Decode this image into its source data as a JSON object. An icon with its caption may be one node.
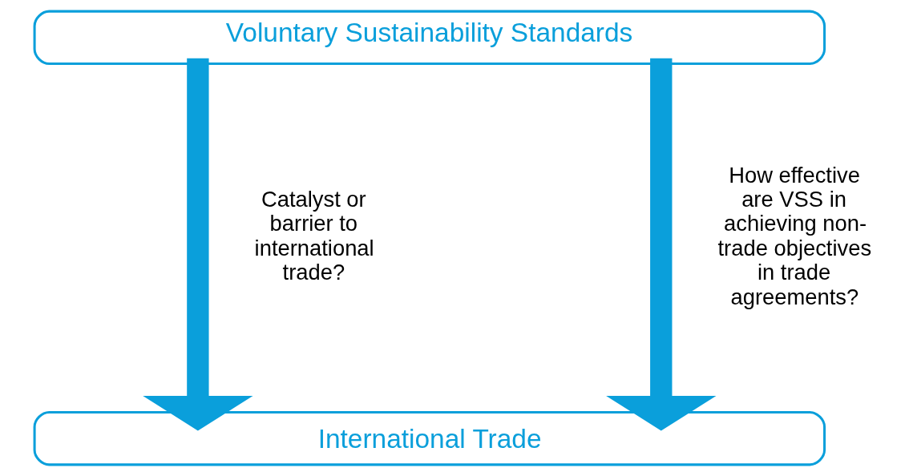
{
  "diagram": {
    "nodes": [
      {
        "text": [
          "Voluntary Sustainability Standards"
        ]
      },
      {
        "text": [
          "International Trade"
        ]
      }
    ],
    "edges": [
      {
        "from": 0,
        "to": 1,
        "arrow": "to",
        "label": "Catalyst or barrier to international trade?"
      },
      {
        "from": 0,
        "to": 1,
        "arrow": "to",
        "label": "How effective are VSS in achieving non-trade objectives in trade agreements?"
      }
    ]
  }
}
